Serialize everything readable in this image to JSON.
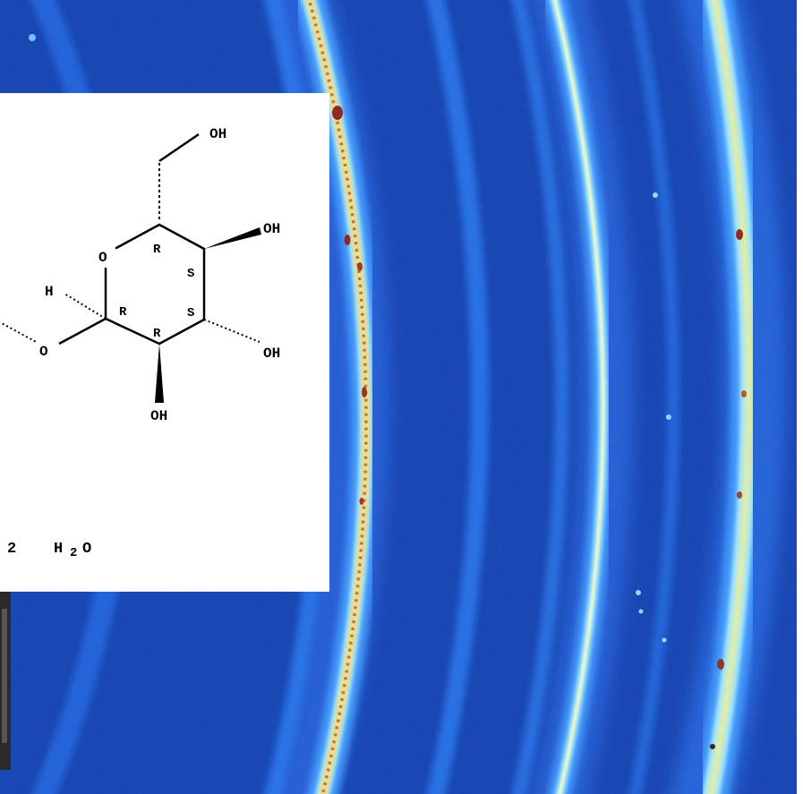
{
  "pattern": {
    "background_color": "#0a36a8",
    "ring_colors": [
      "#1e6fe0",
      "#7fd8ff",
      "#f4e08a",
      "#c84a1a"
    ],
    "hot_spot_color": "#8b1a10"
  },
  "structure": {
    "labels": {
      "oh_top": "OH",
      "oh_right_upper": "OH",
      "oh_right_lower": "OH",
      "oh_bottom": "OH",
      "ring_oxygen": "O",
      "glycosidic_oxygen": "O",
      "anomeric_h": "H",
      "stereo_c5": "R",
      "stereo_c4": "S",
      "stereo_c3": "S",
      "stereo_c1": "R",
      "stereo_c2": "R"
    },
    "hydrate_count": "2",
    "hydrate_formula_h": "H",
    "hydrate_formula_sub": "2",
    "hydrate_formula_o": "O"
  }
}
